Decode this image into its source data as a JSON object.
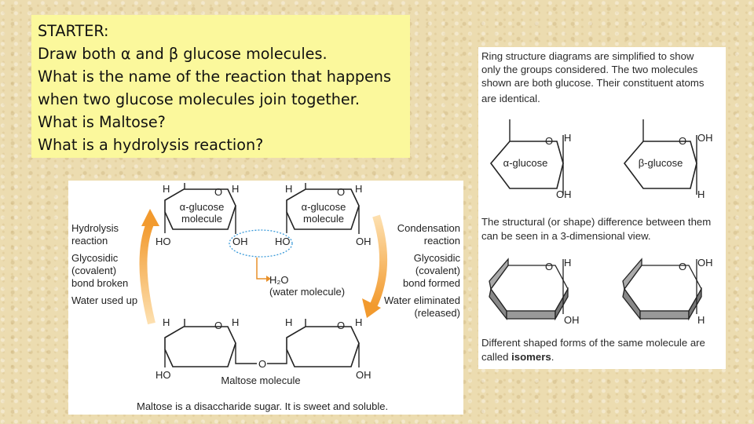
{
  "starter": {
    "lines": [
      "STARTER:",
      "Draw both α and β glucose molecules.",
      "What is the name of the reaction that happens",
      "when two glucose molecules join together.",
      "What is Maltose?",
      "What is a hydrolysis reaction?"
    ]
  },
  "left_figure": {
    "left_text": [
      "Hydrolysis",
      "reaction",
      "Glycosidic",
      "(covalent)",
      "bond broken",
      "Water used up"
    ],
    "right_text": [
      "Condensation",
      "reaction",
      "Glycosidic",
      "(covalent)",
      "bond formed",
      "Water eliminated",
      "(released)"
    ],
    "molecule1_label": [
      "α-glucose",
      "molecule"
    ],
    "molecule2_label": [
      "α-glucose",
      "molecule"
    ],
    "water_label": [
      "H₂O",
      "(water molecule)"
    ],
    "maltose_label": "Maltose molecule",
    "caption": "Maltose is a disaccharide sugar. It is sweet and soluble.",
    "atoms": {
      "h": "H",
      "o": "O",
      "ho": "HO",
      "oh": "OH"
    }
  },
  "right_figure": {
    "intro": [
      "Ring structure diagrams are simplified to show",
      "only the groups considered. The two molecules",
      "shown are both glucose. Their constituent atoms",
      "are identical."
    ],
    "alpha_label": "α-glucose",
    "beta_label": "β-glucose",
    "middle": [
      "The structural (or shape) difference between them",
      "can be seen in a 3-dimensional view."
    ],
    "bottom_line1": "Different shaped forms of the same molecule are",
    "bottom_line2_prefix": "called ",
    "bottom_line2_bold": "isomers",
    "bottom_line2_suffix": "."
  }
}
